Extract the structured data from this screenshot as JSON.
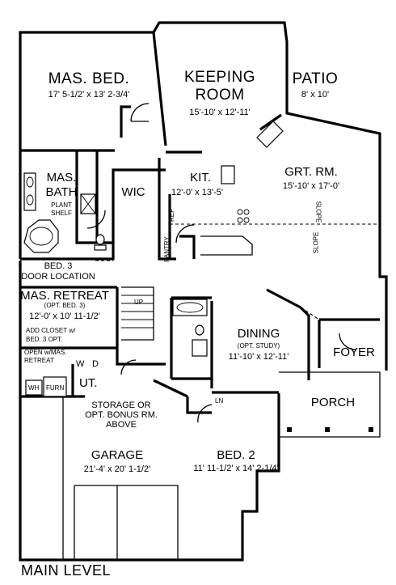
{
  "title": "MAIN LEVEL",
  "rooms": {
    "mas_bed": {
      "name": "MAS. BED.",
      "dims": "17' 5-1/2' x 13' 2-3/4'"
    },
    "keeping": {
      "name_line1": "KEEPING",
      "name_line2": "ROOM",
      "dims": "15'-10' x 12'-11'"
    },
    "patio": {
      "name": "PATIO",
      "dims": "8' x 10'"
    },
    "mas_bath": {
      "name_line1": "MAS.",
      "name_line2": "BATH",
      "note_line1": "PLANT",
      "note_line2": "SHELF"
    },
    "wic": {
      "name": "WIC"
    },
    "kit": {
      "name": "KIT.",
      "dims": "12'-0' x 13'-5'"
    },
    "grt_rm": {
      "name": "GRT. RM.",
      "dims": "15'-10' x 17'-0'",
      "slope_label": "SLOPE"
    },
    "ref": "REF",
    "pantry": "PANTRY",
    "bed3_door": {
      "line1": "BED. 3",
      "line2": "DOOR LOCATION"
    },
    "mas_retreat": {
      "name": "MAS. RETREAT",
      "opt": "(OPT. BED. 3)",
      "dims": "12'-0' x 10' 11-1/2'",
      "note_line1": "ADD CLOSET w/",
      "note_line2": "BED. 3 OPT.",
      "open_line1": "OPEN w/MAS.",
      "open_line2": "RETREAT"
    },
    "stair_up": "UP",
    "foyer": {
      "name": "FOYER"
    },
    "dining": {
      "name": "DINING",
      "opt": "(OPT. STUDY)",
      "dims": "11'-10' x 12'-11'"
    },
    "wd": {
      "w": "W",
      "d": "D"
    },
    "ut": {
      "name": "UT."
    },
    "wh_furn": {
      "wh": "WH",
      "furn": "FURN"
    },
    "ln": "LN",
    "porch": {
      "name": "PORCH"
    },
    "storage": {
      "line1": "STORAGE OR",
      "line2": "OPT. BONUS RM.",
      "line3": "ABOVE"
    },
    "garage": {
      "name": "GARAGE",
      "dims": "21'-4' x 20' 1-1/2'"
    },
    "bed2": {
      "name": "BED. 2",
      "dims": "11' 11-1/2' x 14' 2-1/4'"
    }
  }
}
